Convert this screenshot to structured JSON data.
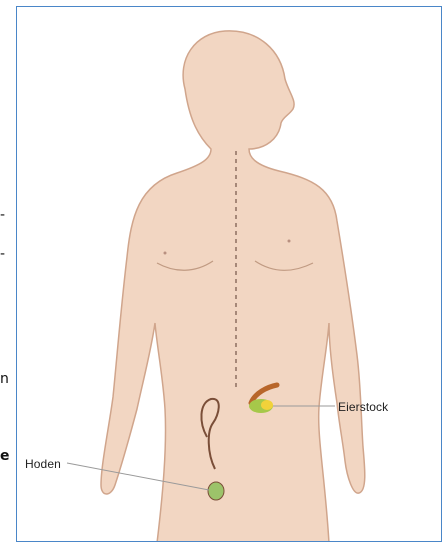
{
  "diagram": {
    "labels": {
      "ovary": "Eierstock",
      "testis": "Hoden"
    },
    "colors": {
      "skin": "#f2d6c2",
      "outline": "#d0a58c",
      "spine": "#8c6e60",
      "ovary_green": "#a6c84a",
      "ovary_yellow": "#f1d23a",
      "oviduct": "#b8662a",
      "testis_green": "#9cc36a",
      "frame": "#4a86c8"
    }
  },
  "left_edge_glyphs": [
    "-",
    "-",
    "n",
    "e"
  ]
}
